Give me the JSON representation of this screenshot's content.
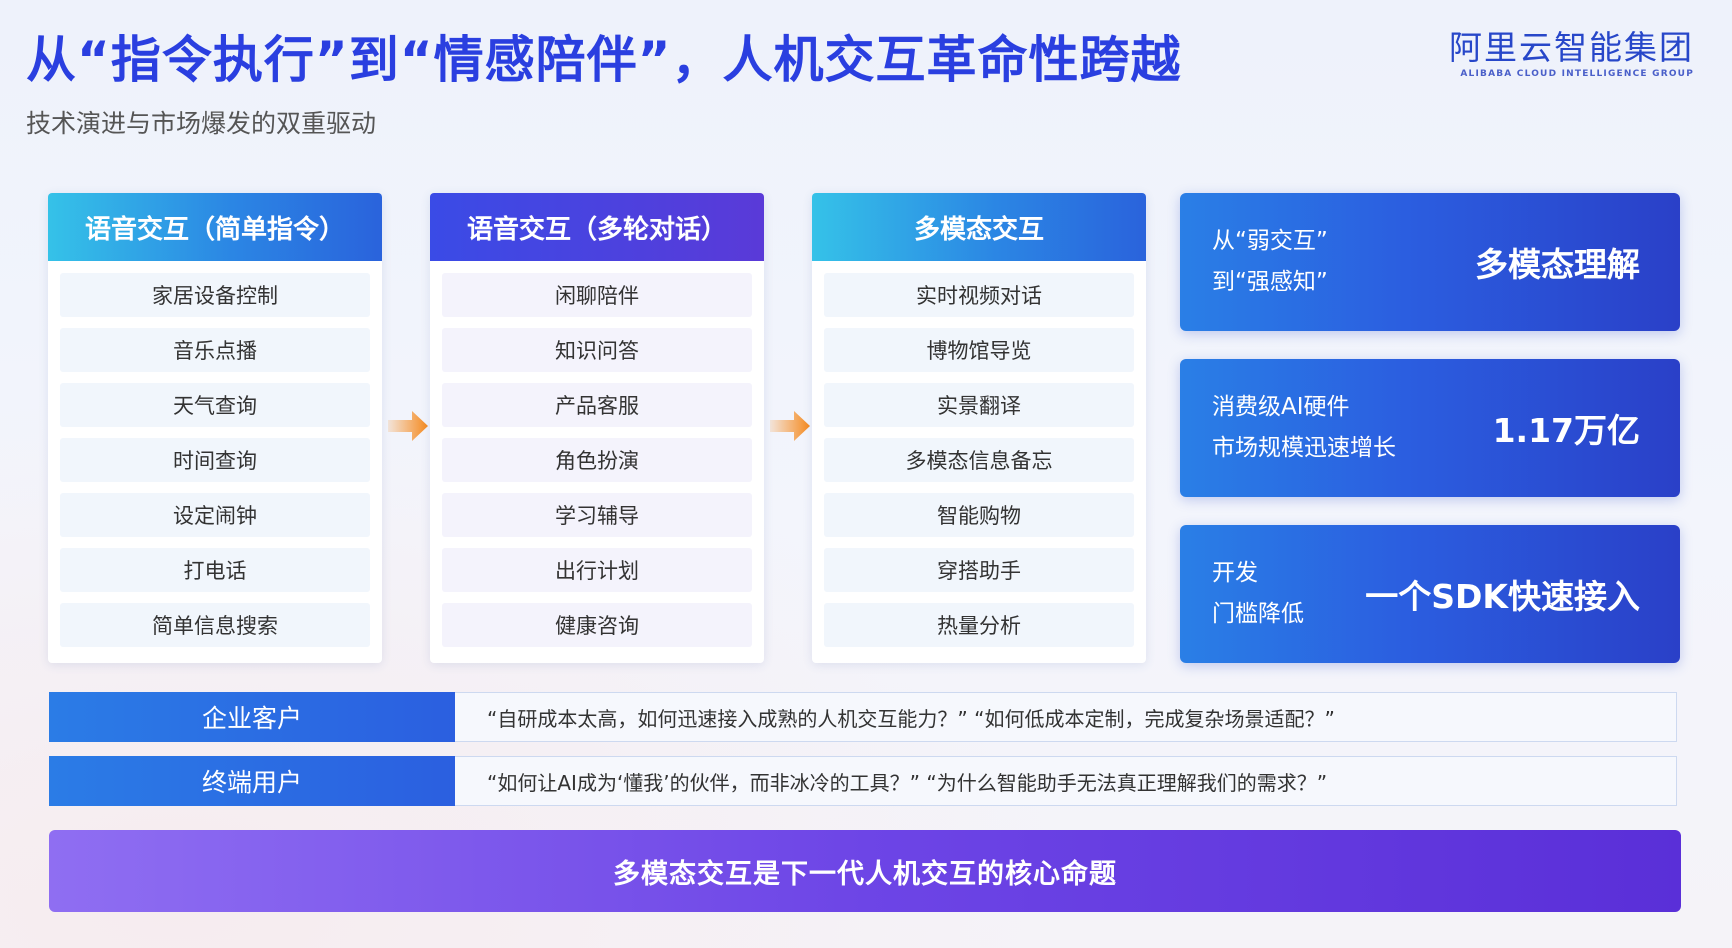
{
  "header": {
    "title": "从“指令执行”到“情感陪伴”，人机交互革命性跨越",
    "subtitle": "技术演进与市场爆发的双重驱动",
    "logo_cn": "阿里云智能集团",
    "logo_en": "ALIBABA CLOUD INTELLIGENCE GROUP"
  },
  "columns": [
    {
      "title": "语音交互（简单指令）",
      "items": [
        "家居设备控制",
        "音乐点播",
        "天气查询",
        "时间查询",
        "设定闹钟",
        "打电话",
        "简单信息搜索"
      ]
    },
    {
      "title": "语音交互（多轮对话）",
      "items": [
        "闲聊陪伴",
        "知识问答",
        "产品客服",
        "角色扮演",
        "学习辅导",
        "出行计划",
        "健康咨询"
      ]
    },
    {
      "title": "多模态交互",
      "items": [
        "实时视频对话",
        "博物馆导览",
        "实景翻译",
        "多模态信息备忘",
        "智能购物",
        "穿搭助手",
        "热量分析"
      ]
    }
  ],
  "cards": [
    {
      "left_line1": "从“弱交互”",
      "left_line2": "到“强感知”",
      "right": "多模态理解"
    },
    {
      "left_line1": "消费级AI硬件",
      "left_line2": "市场规模迅速增长",
      "right": "1.17万亿"
    },
    {
      "left_line1": "开发",
      "left_line2": "门槛降低",
      "right": "一个SDK快速接入"
    }
  ],
  "questions": [
    {
      "label": "企业客户",
      "text": "“自研成本太高，如何迅速接入成熟的人机交互能力？” “如何低成本定制，完成复杂场景适配？”"
    },
    {
      "label": "终端用户",
      "text": "“如何让AI成为‘懂我’的伙伴，而非冰冷的工具？” “为什么智能助手无法真正理解我们的需求？”"
    }
  ],
  "footer": {
    "banner": "多模态交互是下一代人机交互的核心命题"
  },
  "colors": {
    "title": "#2a3fe0",
    "accent_blue": "#2b5fe0",
    "accent_purple": "#5a3ad8",
    "arrow": "#f58a1f"
  },
  "icons": {
    "flow_arrow": "arrow-right-icon"
  }
}
